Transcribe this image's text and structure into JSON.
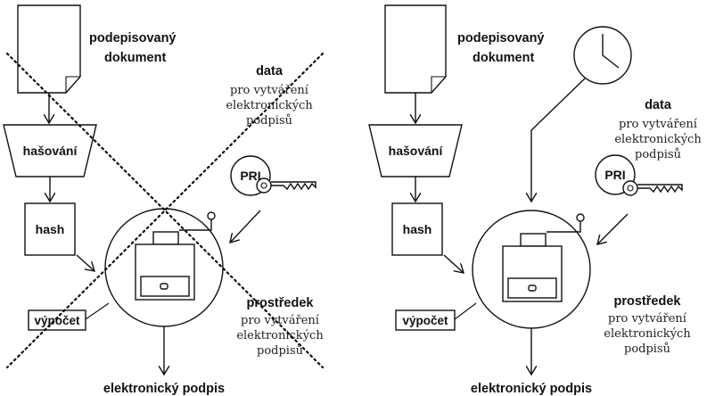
{
  "colors": {
    "ink": "#111111",
    "background": "#ffffff"
  },
  "left": {
    "document_label": [
      "podepisovaný",
      "dokument"
    ],
    "data_label": {
      "title": "data",
      "lines": [
        "pro vytváření",
        "elektronických",
        "podpisů"
      ]
    },
    "hashing_label": "hašování",
    "hash_label": "hash",
    "key_label": "PRI",
    "device_label": {
      "title": "prostředek",
      "lines": [
        "pro vytváření",
        "elektronických",
        "podpisů"
      ]
    },
    "compute_label": "výpočet",
    "output_label": "elektronický podpis",
    "crossed_out": true
  },
  "right": {
    "document_label": [
      "podepisovaný",
      "dokument"
    ],
    "data_label": {
      "title": "data",
      "lines": [
        "pro vytváření",
        "elektronických",
        "podpisů"
      ]
    },
    "hashing_label": "hašování",
    "hash_label": "hash",
    "key_label": "PRI",
    "device_label": {
      "title": "prostředek",
      "lines": [
        "pro vytváření",
        "elektronických",
        "podpisů"
      ]
    },
    "compute_label": "výpočet",
    "output_label": "elektronický podpis",
    "icons": [
      "document-icon",
      "clock-icon",
      "key-icon",
      "signing-device-icon"
    ]
  }
}
